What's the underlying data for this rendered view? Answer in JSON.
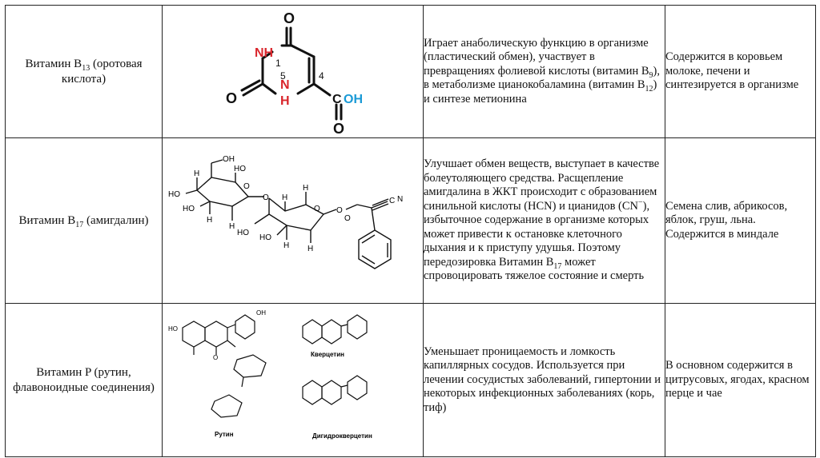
{
  "rows": [
    {
      "name_pre": "Витамин B",
      "name_sub": "13",
      "name_post": " (оротовая кислота)",
      "structure": {
        "atoms": {
          "o_top": "O",
          "nh1": "NH",
          "n1_num": "1",
          "o_left": "O",
          "n5": "N",
          "n5_h": "H",
          "n5_num": "5",
          "c4_num": "4",
          "c_cooh": "C",
          "oh": "OH",
          "o_bottom": "O"
        },
        "colors": {
          "nh": "#d9262c",
          "oh": "#1a9ad6",
          "bond": "#111111"
        }
      },
      "desc": {
        "p1": "Играет анаболическую функцию в организме (пластический обмен), участвует в превращениях фолиевой кислоты (витамин B",
        "s1": "9",
        "p2": "), в метаболизме цианокобаламина (витамин B",
        "s2": "12",
        "p3": ") и синтезе метионина"
      },
      "source": "Содержится в коровьем молоке, печени и синтезируется в организме"
    },
    {
      "name_pre": "Витамин B",
      "name_sub": "17",
      "name_post": " (амигдалин)",
      "structure": {
        "labels": {
          "oh1": "OH",
          "oh2": "HO",
          "oh3": "HO",
          "oh4": "HO",
          "oh5": "HO",
          "oh6": "HO",
          "h1": "H",
          "h2": "H",
          "h3": "H",
          "h4": "H",
          "h5": "H",
          "h6": "H",
          "h7": "H",
          "o1": "O",
          "o2": "O",
          "o3": "O",
          "o4": "O",
          "o5": "O",
          "c": "C",
          "n": "N"
        }
      },
      "desc": {
        "p1": "Улучшает обмен веществ, выступает в качестве болеутоляющего средства. Расщепление амигдалина в ЖКТ происходит с образованием синильной кислоты (HCN) и цианидов (CN",
        "s1": "−",
        "p2": "), избыточное содержание в организме которых может привести к остановке клеточного дыхания и к приступу удушья. Поэтому передозировка Витамин B",
        "s2": "17",
        "p3": " может спровоцировать тяжелое состояние и смерть"
      },
      "source": "Семена слив, абрикосов, яблок, груш, льна. Содержится в миндале"
    },
    {
      "name": "Витамин P (рутин, флавоноидные соединения)",
      "structure": {
        "captions": {
          "rutin": "Рутин",
          "quercetin": "Кверцетин",
          "dihydroquercetin": "Дигидрокверцетин"
        },
        "labels": {
          "oh": "OH",
          "ho": "HO",
          "o": "O"
        }
      },
      "desc": "Уменьшает проницаемость и ломкость капиллярных сосудов. Используется при лечении сосудистых заболеваний, гипертонии и некоторых инфекционных заболеваниях (корь, тиф)",
      "source": "В основном содержится в цитрусовых, ягодах, красном перце и чае"
    }
  ]
}
